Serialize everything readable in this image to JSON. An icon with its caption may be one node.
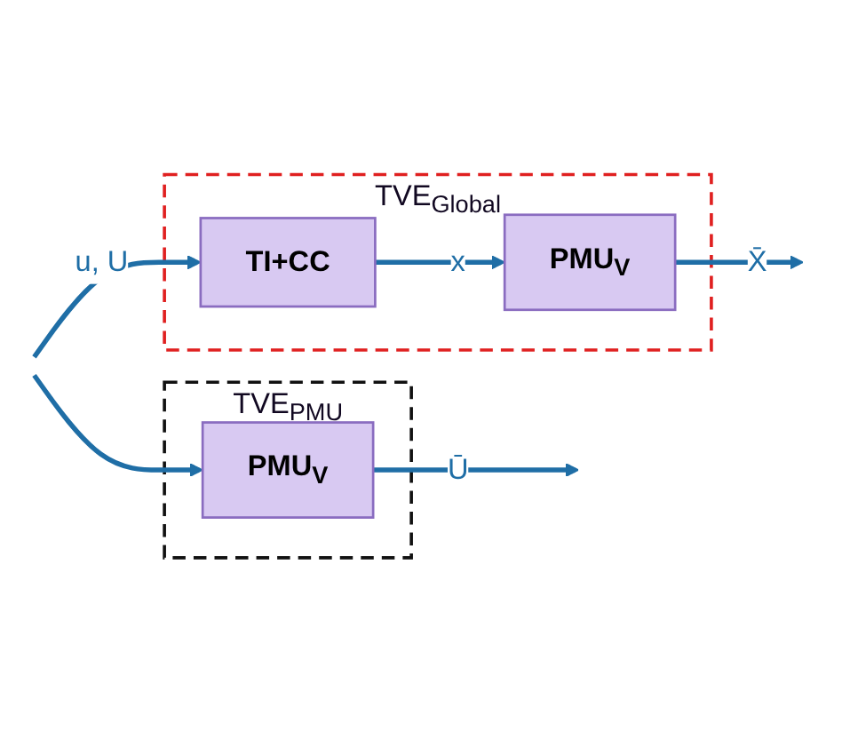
{
  "diagram": {
    "nodes": [
      {
        "text": [
          "TVE$_{Global}$"
        ]
      },
      {
        "text": [
          "TI+CC"
        ],
        "in": 0
      },
      {
        "text": [
          "PMU$_{V}$"
        ],
        "in": 0
      },
      {
        "text": [
          "TVE$_{PMU}$"
        ]
      },
      {
        "text": [
          "PMU$_{V}$"
        ],
        "in": 3
      }
    ],
    "edges": [
      {
        "from": null,
        "to": 1,
        "arrow": "to",
        "label": "u, U"
      },
      {
        "from": null,
        "to": 4,
        "arrow": "to"
      },
      {
        "from": 1,
        "to": 2,
        "arrow": "to",
        "label": "x"
      },
      {
        "from": 2,
        "to": null,
        "arrow": "to",
        "label": "X̄"
      },
      {
        "from": 4,
        "to": null,
        "arrow": "to",
        "label": "Ū"
      }
    ]
  }
}
